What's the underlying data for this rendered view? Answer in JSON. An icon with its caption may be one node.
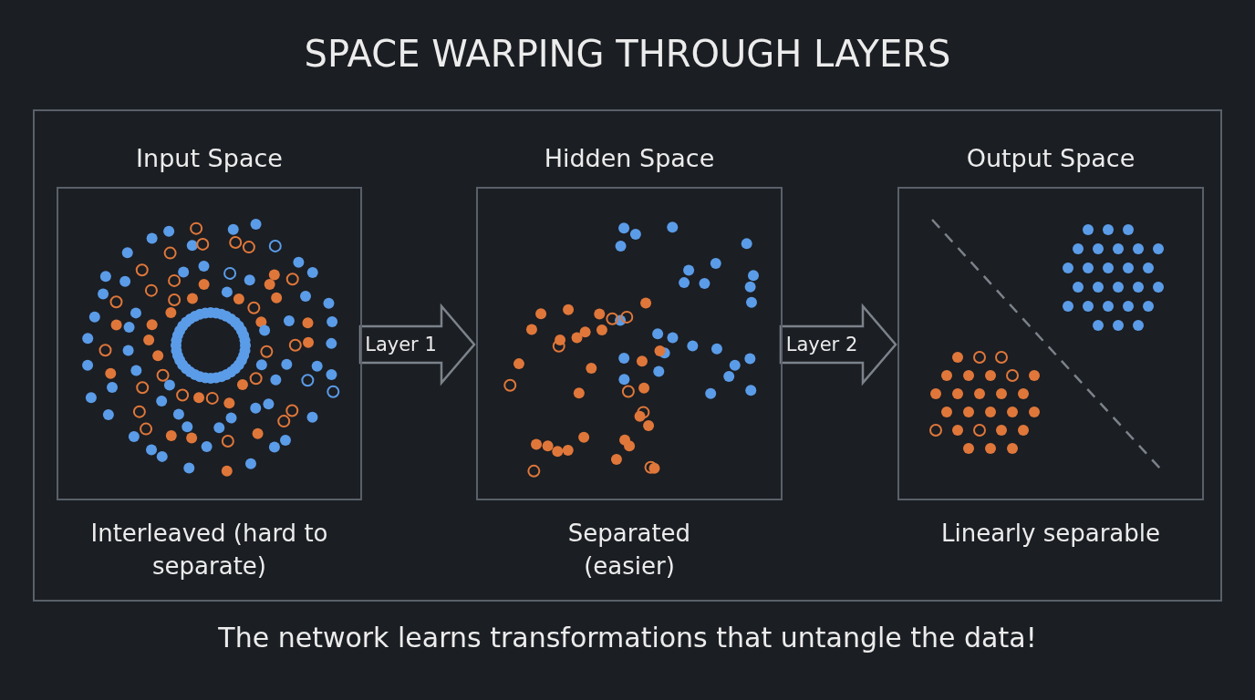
{
  "diagram": {
    "title": "SPACE WARPING THROUGH LAYERS",
    "caption": "The network learns transformations that untangle the data!",
    "nodes": [
      {
        "text": [],
        "shape": "box"
      },
      {
        "text": [
          "Input Space"
        ],
        "in": 0,
        "beside": [
          "Interleaved (hard to separate)"
        ]
      },
      {
        "text": [
          "Hidden Space"
        ],
        "in": 0,
        "beside": [
          "Separated (easier)"
        ]
      },
      {
        "text": [
          "Output Space"
        ],
        "in": 0,
        "beside": [
          "Linearly separable"
        ]
      }
    ],
    "edges": [
      {
        "from": 1,
        "to": 2,
        "arrow": "to",
        "label": "Layer 1"
      },
      {
        "from": 2,
        "to": 3,
        "arrow": "to",
        "label": "Layer 2"
      }
    ]
  }
}
